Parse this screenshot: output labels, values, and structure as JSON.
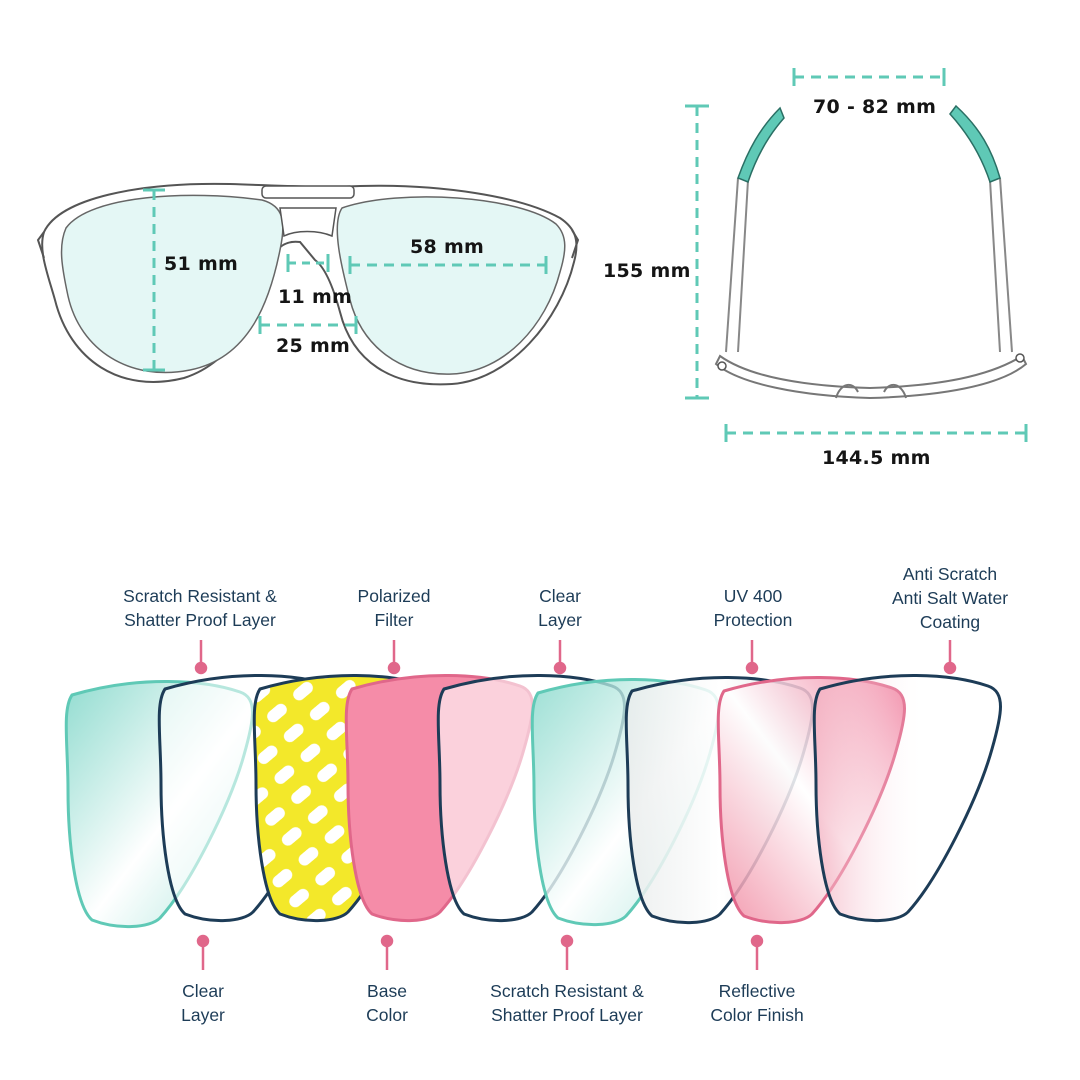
{
  "dimensions": {
    "lens_height": "51 mm",
    "lens_width": "58 mm",
    "bridge_top": "11 mm",
    "bridge_bottom": "25 mm",
    "temple_spread": "70 - 82 mm",
    "temple_length": "155 mm",
    "frame_width": "144.5 mm"
  },
  "layers_top": [
    {
      "line1": "Scratch Resistant &",
      "line2": "Shatter Proof Layer"
    },
    {
      "line1": "Polarized",
      "line2": "Filter"
    },
    {
      "line1": "Clear",
      "line2": "Layer"
    },
    {
      "line1": "UV 400",
      "line2": "Protection"
    },
    {
      "line1": "Anti Scratch",
      "line2": "Anti Salt Water",
      "line3": "Coating"
    }
  ],
  "layers_bottom": [
    {
      "line1": "Clear",
      "line2": "Layer"
    },
    {
      "line1": "Base",
      "line2": "Color"
    },
    {
      "line1": "Scratch Resistant &",
      "line2": "Shatter Proof Layer"
    },
    {
      "line1": "Reflective",
      "line2": "Color Finish"
    }
  ],
  "colors": {
    "accent_teal": "#5fc9b6",
    "lens_tint": "#e4f7f5",
    "outline_navy": "#1d3c57",
    "marker_pink": "#e0678a",
    "base_pink": "#f47ea0",
    "filter_yellow": "#f3e82a"
  }
}
